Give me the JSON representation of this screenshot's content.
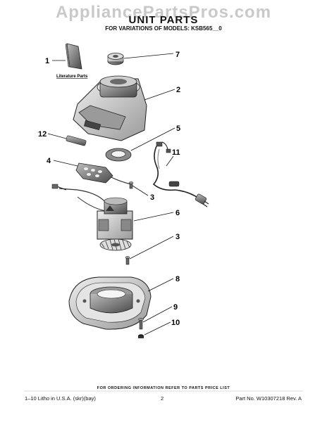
{
  "watermark": "AppliancePartsPros.com",
  "header": {
    "title": "UNIT PARTS",
    "subtitle": "FOR VARIATIONS OF MODELS: KSB565__0"
  },
  "parts": {
    "literature_label": "Literature Parts",
    "callouts": {
      "c1": "1",
      "c2": "2",
      "c3a": "3",
      "c3b": "3",
      "c4": "4",
      "c5": "5",
      "c6": "6",
      "c7": "7",
      "c8": "8",
      "c9": "9",
      "c10": "10",
      "c11": "11",
      "c12": "12"
    }
  },
  "footer": {
    "note": "FOR ORDERING INFORMATION REFER TO PARTS PRICE LIST",
    "left": "1–10 Litho in U.S.A. (skr)(bay)",
    "page": "2",
    "right": "Part No. W10307218 Rev. A"
  },
  "colors": {
    "ink": "#111111",
    "gray_light": "#d6d6d6",
    "gray_mid": "#a8a8a8",
    "gray_dark": "#555555",
    "watermark": "#c9c9c9"
  }
}
